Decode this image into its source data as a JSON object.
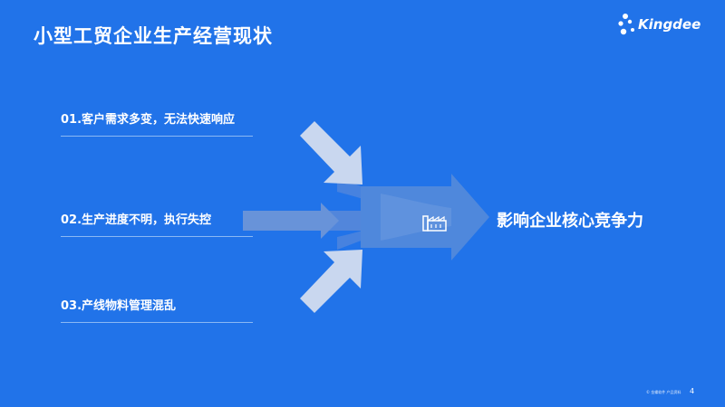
{
  "slide": {
    "title": "小型工贸企业生产经营现状",
    "brand": {
      "name": "Kingdee",
      "icon": "kingdee-dots-logo"
    },
    "items": [
      {
        "label": "01.客户需求多变，无法快速响应"
      },
      {
        "label": "02.生产进度不明，执行失控"
      },
      {
        "label": "03.产线物料管理混乱"
      }
    ],
    "result": "影响企业核心竞争力",
    "center_icon": "factory-icon",
    "footer_text": "© 金蝶软件 产品资料",
    "page_number": "4",
    "colors": {
      "background": "#2173e9",
      "arrow": "#c9d7ef",
      "flow": "#5f8bd6",
      "line": "#8bb8f4"
    }
  }
}
